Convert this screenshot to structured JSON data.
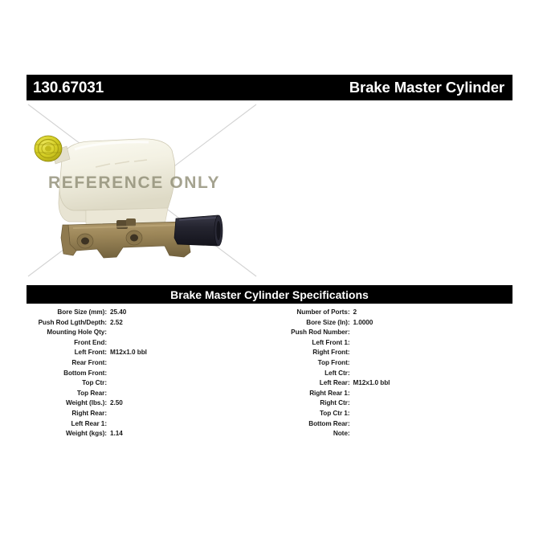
{
  "header": {
    "part_number": "130.67031",
    "product_title": "Brake Master Cylinder"
  },
  "photo": {
    "watermark": "REFERENCE ONLY",
    "alt_name": "brake-master-cylinder-photo",
    "colors": {
      "reservoir": "#f2f0e2",
      "reservoir_shadow": "#ddd9c4",
      "cap": "#d8d22a",
      "cap_dark": "#b5ae16",
      "body": "#a08a5e",
      "body_dark": "#7d6a44",
      "port": "#23232e",
      "cross_line": "#d3d3d3",
      "watermark": "#8c8a72"
    }
  },
  "specs_section": {
    "title": "Brake Master Cylinder Specifications",
    "left_column": [
      {
        "label": "Bore Size (mm):",
        "value": "25.40"
      },
      {
        "label": "Push Rod Lgth/Depth:",
        "value": "2.52"
      },
      {
        "label": "Mounting Hole Qty:",
        "value": ""
      },
      {
        "label": "Front End:",
        "value": ""
      },
      {
        "label": "Left Front:",
        "value": "M12x1.0 bbl"
      },
      {
        "label": "Rear Front:",
        "value": ""
      },
      {
        "label": "Bottom Front:",
        "value": ""
      },
      {
        "label": "Top Ctr:",
        "value": ""
      },
      {
        "label": "Top Rear:",
        "value": ""
      },
      {
        "label": "Weight (lbs.):",
        "value": "2.50"
      },
      {
        "label": "Right Rear:",
        "value": ""
      },
      {
        "label": "Left Rear 1:",
        "value": ""
      },
      {
        "label": "Weight (kgs):",
        "value": "1.14"
      }
    ],
    "right_column": [
      {
        "label": "Number of Ports:",
        "value": "2"
      },
      {
        "label": "Bore Size (In):",
        "value": "1.0000"
      },
      {
        "label": "Push Rod Number:",
        "value": ""
      },
      {
        "label": "Left Front 1:",
        "value": ""
      },
      {
        "label": "Right Front:",
        "value": ""
      },
      {
        "label": "Top Front:",
        "value": ""
      },
      {
        "label": "Left Ctr:",
        "value": ""
      },
      {
        "label": "Left Rear:",
        "value": "M12x1.0 bbl"
      },
      {
        "label": "Right Rear 1:",
        "value": ""
      },
      {
        "label": "Right Ctr:",
        "value": ""
      },
      {
        "label": "Top Ctr 1:",
        "value": ""
      },
      {
        "label": "Bottom Rear:",
        "value": ""
      },
      {
        "label": "Note:",
        "value": ""
      }
    ]
  }
}
